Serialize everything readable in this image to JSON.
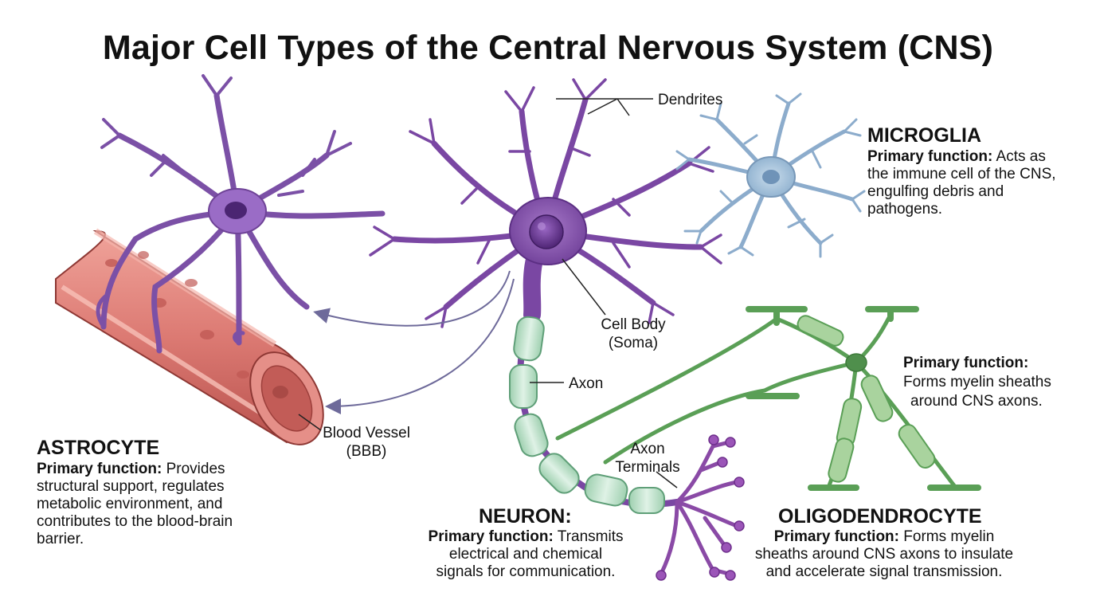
{
  "title": "Major Cell Types of the Central Nervous System (CNS)",
  "colors": {
    "astrocyte": "#8a5cb4",
    "vessel": "#d9726e",
    "neuron": "#7d4aa4",
    "microglia": "#9db8d2",
    "oligodendrocyte": "#5da65a",
    "myelin": "#b8dcc4"
  },
  "labels": {
    "dendrites": "Dendrites",
    "cell_body_line1": "Cell Body",
    "cell_body_line2": "(Soma)",
    "axon": "Axon",
    "axon_terminals_line1": "Axon",
    "axon_terminals_line2": "Terminals",
    "blood_vessel_line1": "Blood Vessel",
    "blood_vessel_line2": "(BBB)"
  },
  "cells": {
    "astrocyte": {
      "name": "ASTROCYTE",
      "function_label": "Primary function:",
      "lines": [
        " Provides",
        "structural support, regulates",
        "metabolic environment, and",
        "contributes to the blood-brain",
        "barrier."
      ]
    },
    "neuron": {
      "name": "NEURON:",
      "function_label": "Primary function:",
      "lines": [
        " Transmits",
        "electrical and chemical",
        "signals for communication."
      ]
    },
    "microglia": {
      "name": "MICROGLIA",
      "function_label": "Primary function:",
      "lines": [
        " Acts as",
        "the immune cell of the CNS,",
        "engulfing debris and",
        "pathogens."
      ]
    },
    "oligodendrocyte": {
      "name": "OLIGODENDROCYTE",
      "function_label": "Primary function:",
      "lines": [
        " Forms myelin",
        "sheaths around CNS axons to insulate",
        "and accelerate signal transmission."
      ],
      "side_function_label": "Primary function:",
      "side_lines": [
        "Forms myelin sheaths",
        "around CNS axons."
      ]
    }
  }
}
